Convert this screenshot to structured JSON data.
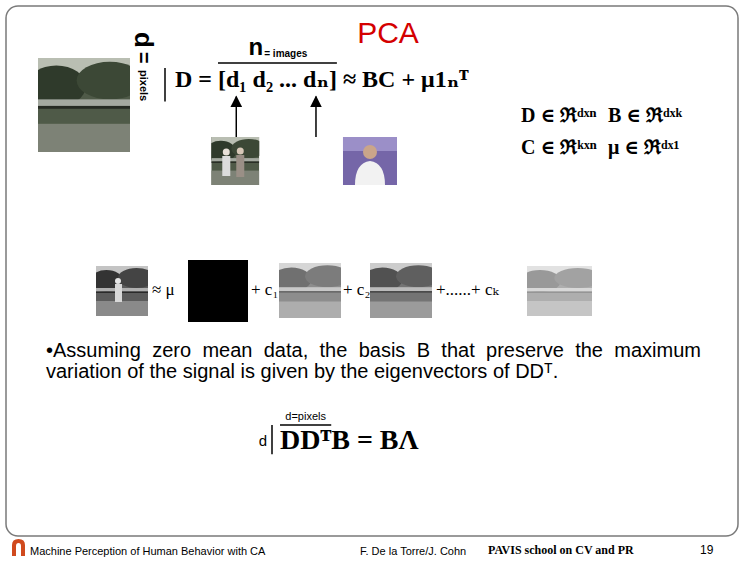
{
  "diagram": {
    "title": "PCA",
    "labels": [
      "d",
      "=",
      "pixels",
      "n",
      "= images",
      "D = [d₁ d₂ ... dₙ] ≈ BC + μ1ₙᵀ",
      "D ∈ ℜᵈˣⁿ",
      "B ∈ ℜᵈˣᵏ",
      "C ∈ ℜᵏˣⁿ",
      "μ ∈ ℜᵈˣ¹",
      "≈ μ",
      "+ c₁",
      "+ c₂",
      "+......+ cₖ",
      "•Assuming zero mean data, the basis B that preserve the maximum variation of the signal is given by the eigenvectors of DDᵀ.",
      "d=pixels",
      "d",
      "DDᵀB = BΛ",
      "Machine Perception of Human Behavior with CA",
      "F. De la Torre/J. Cohn",
      "PAVIS school on CV and PR",
      "19"
    ]
  }
}
